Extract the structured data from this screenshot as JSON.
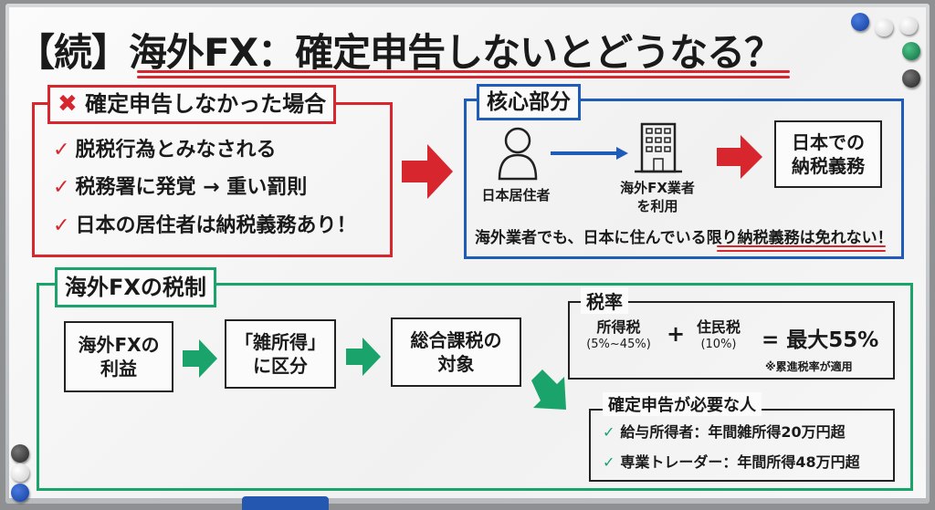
{
  "title": "【続】海外FX：確定申告しないとどうなる？",
  "no_filing": {
    "label": "確定申告しなかった場合",
    "items": [
      "脱税行為とみなされる",
      "税務署に発覚 → 重い罰則",
      "日本の居住者は納税義務あり！"
    ]
  },
  "core": {
    "label": "核心部分",
    "person": "日本居住者",
    "broker_line1": "海外FX業者",
    "broker_line2": "を利用",
    "result_line1": "日本での",
    "result_line2": "納税義務",
    "note_prefix": "海外業者でも、日本に住んでいる限り",
    "note_emph": "納税義務は免れない！"
  },
  "tax": {
    "label": "海外FXの税制",
    "flow": [
      {
        "l1": "海外FXの",
        "l2": "利益"
      },
      {
        "l1": "「雑所得」",
        "l2": "に区分"
      },
      {
        "l1": "総合課税の",
        "l2": "対象"
      }
    ],
    "rate": {
      "label": "税率",
      "income_tax": "所得税",
      "income_range": "(5%~45%)",
      "plus": "+",
      "resident_tax": "住民税",
      "resident_rate": "(10%)",
      "total": "= 最大55%",
      "note": "※累進税率が適用"
    },
    "who": {
      "label": "確定申告が必要な人",
      "items": [
        "給与所得者：年間雑所得20万円超",
        "専業トレーダー：年間所得48万円超"
      ]
    }
  },
  "colors": {
    "red": "#d8262f",
    "blue": "#1f5bb8",
    "green": "#1aa36a"
  }
}
